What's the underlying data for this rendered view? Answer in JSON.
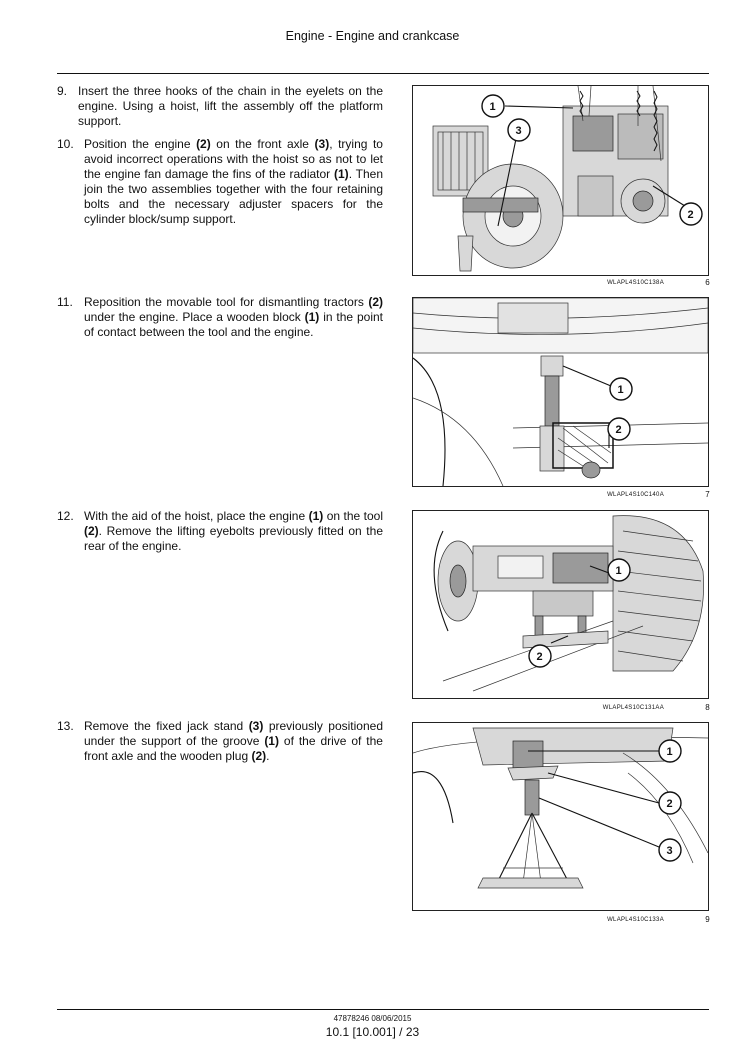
{
  "header": {
    "title": "Engine - Engine and crankcase"
  },
  "steps": [
    {
      "num": "9.",
      "parts": [
        {
          "t": "Insert the three hooks of the chain in the eyelets on the engine. Using a hoist, lift the assembly off the platform support.",
          "b": false
        }
      ]
    },
    {
      "num": "10.",
      "parts": [
        {
          "t": "Position the engine ",
          "b": false
        },
        {
          "t": "(2)",
          "b": true
        },
        {
          "t": " on the front axle ",
          "b": false
        },
        {
          "t": "(3)",
          "b": true
        },
        {
          "t": ", trying to avoid incorrect operations with the hoist so as not to let the engine fan damage the fins of the radiator ",
          "b": false
        },
        {
          "t": "(1)",
          "b": true
        },
        {
          "t": ". Then join the two assemblies together with the four retaining bolts and the necessary adjuster spacers for the cylinder block/sump support.",
          "b": false
        }
      ]
    },
    {
      "num": "11.",
      "parts": [
        {
          "t": "Reposition the movable tool for dismantling tractors ",
          "b": false
        },
        {
          "t": "(2)",
          "b": true
        },
        {
          "t": " under the engine. Place a wooden block ",
          "b": false
        },
        {
          "t": "(1)",
          "b": true
        },
        {
          "t": " in the point of contact between the tool and the engine.",
          "b": false
        }
      ]
    },
    {
      "num": "12.",
      "parts": [
        {
          "t": "With the aid of the hoist, place the engine ",
          "b": false
        },
        {
          "t": "(1)",
          "b": true
        },
        {
          "t": " on the tool ",
          "b": false
        },
        {
          "t": "(2)",
          "b": true
        },
        {
          "t": ". Remove the lifting eyebolts previously fitted on the rear of the engine.",
          "b": false
        }
      ]
    },
    {
      "num": "13.",
      "parts": [
        {
          "t": "Remove the fixed jack stand ",
          "b": false
        },
        {
          "t": "(3)",
          "b": true
        },
        {
          "t": " previously positioned under the support of the groove ",
          "b": false
        },
        {
          "t": "(1)",
          "b": true
        },
        {
          "t": " of the drive of the front axle and the wooden plug ",
          "b": false
        },
        {
          "t": "(2)",
          "b": true
        },
        {
          "t": ".",
          "b": false
        }
      ]
    }
  ],
  "figures": [
    {
      "code": "WLAPL4S10C138A",
      "number": "6",
      "callouts": [
        "1",
        "2",
        "3"
      ]
    },
    {
      "code": "WLAPL4S10C140A",
      "number": "7",
      "callouts": [
        "1",
        "2"
      ]
    },
    {
      "code": "WLAPL4S10C131AA",
      "number": "8",
      "callouts": [
        "1",
        "2"
      ]
    },
    {
      "code": "WLAPL4S10C133A",
      "number": "9",
      "callouts": [
        "1",
        "2",
        "3"
      ]
    }
  ],
  "footer": {
    "doc": "47878246 08/06/2015",
    "page": "10.1 [10.001] / 23"
  }
}
